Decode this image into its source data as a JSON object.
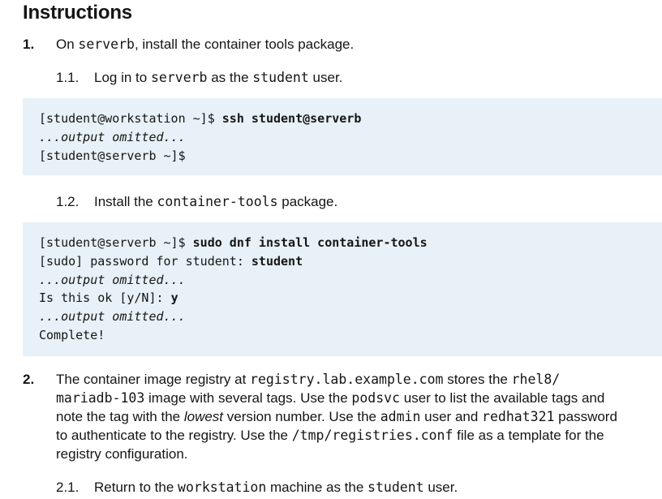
{
  "heading": "Instructions",
  "step1": {
    "num": "1.",
    "pre": "On ",
    "host": "serverb",
    "post": ", install the container tools package."
  },
  "step1_1": {
    "num": "1.1.",
    "pre": "Log in to ",
    "host": "serverb",
    "mid": " as the ",
    "user": "student",
    "post": " user."
  },
  "code1": {
    "l1_prompt": "[student@workstation ~]$ ",
    "l1_cmd": "ssh student@serverb",
    "l2": "...output omitted...",
    "l3": "[student@serverb ~]$"
  },
  "step1_2": {
    "num": "1.2.",
    "pre": "Install the ",
    "pkg": "container-tools",
    "post": " package."
  },
  "code2": {
    "l1_prompt": "[student@serverb ~]$ ",
    "l1_cmd": "sudo dnf install container-tools",
    "l2_prompt": "[sudo] password for student: ",
    "l2_input": "student",
    "l3": "...output omitted...",
    "l4_prompt": "Is this ok [y/N]: ",
    "l4_input": "y",
    "l5": "...output omitted...",
    "l6": "Complete!"
  },
  "step2": {
    "num": "2.",
    "a1": "The container image registry at ",
    "a2": "registry.lab.example.com",
    "a3": " stores the ",
    "a4": "rhel8/",
    "b1": "mariadb-103",
    "b2": " image with several tags. Use the ",
    "b3": "podsvc",
    "b4": " user to list the available tags and",
    "c1": "note the tag with the ",
    "c2": "lowest",
    "c3": " version number. Use the ",
    "c4": "admin",
    "c5": " user and ",
    "c6": "redhat321",
    "c7": " password",
    "d1": "to authenticate to the registry. Use the ",
    "d2": "/tmp/registries.conf",
    "d3": " file as a template for the",
    "e1": "registry configuration."
  },
  "step2_1": {
    "num": "2.1.",
    "pre": "Return to the ",
    "host": "workstation",
    "mid": " machine as the ",
    "user": "student",
    "post": " user."
  }
}
